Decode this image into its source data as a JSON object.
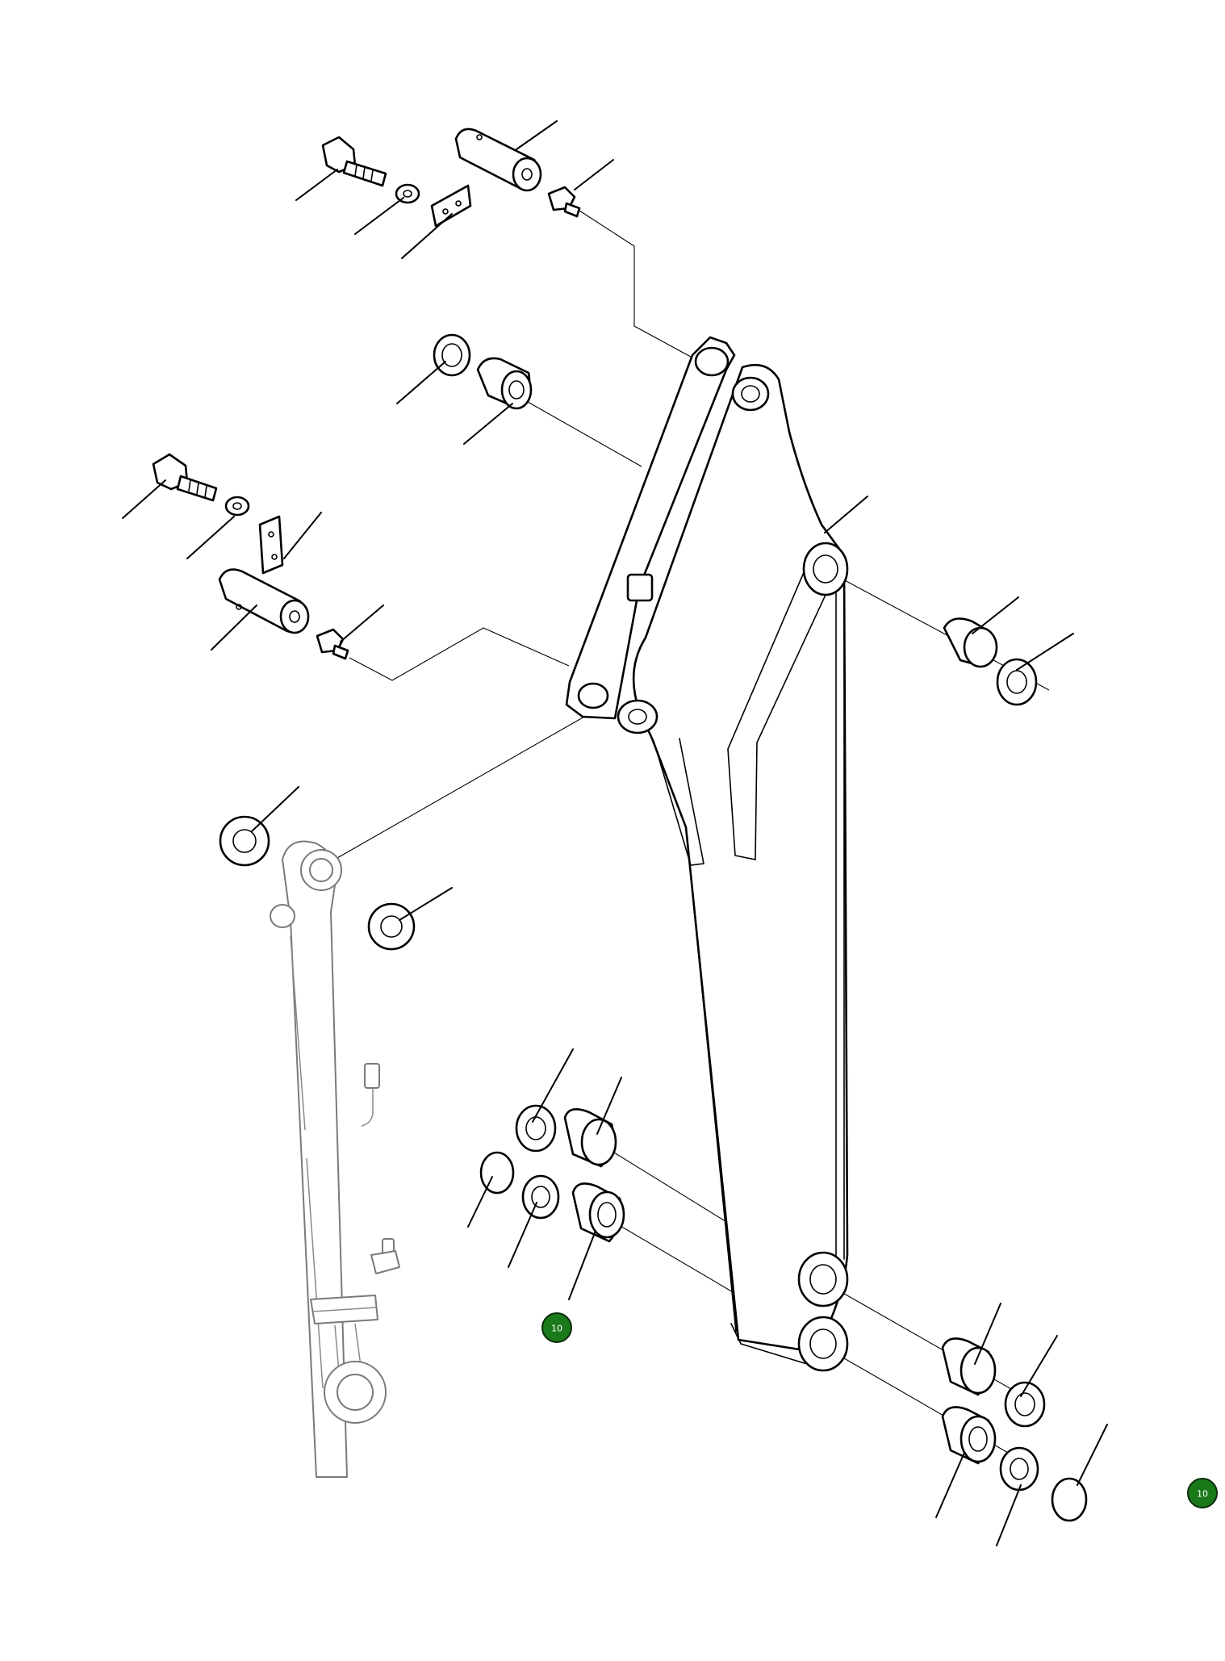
{
  "colors": {
    "badge_fill": "#1a7a1a",
    "line": "#000000",
    "cylinder_line": "#7a7a7a"
  },
  "callouts": [
    {
      "id": "callout-left",
      "label": "10"
    },
    {
      "id": "callout-right",
      "label": "10"
    }
  ]
}
